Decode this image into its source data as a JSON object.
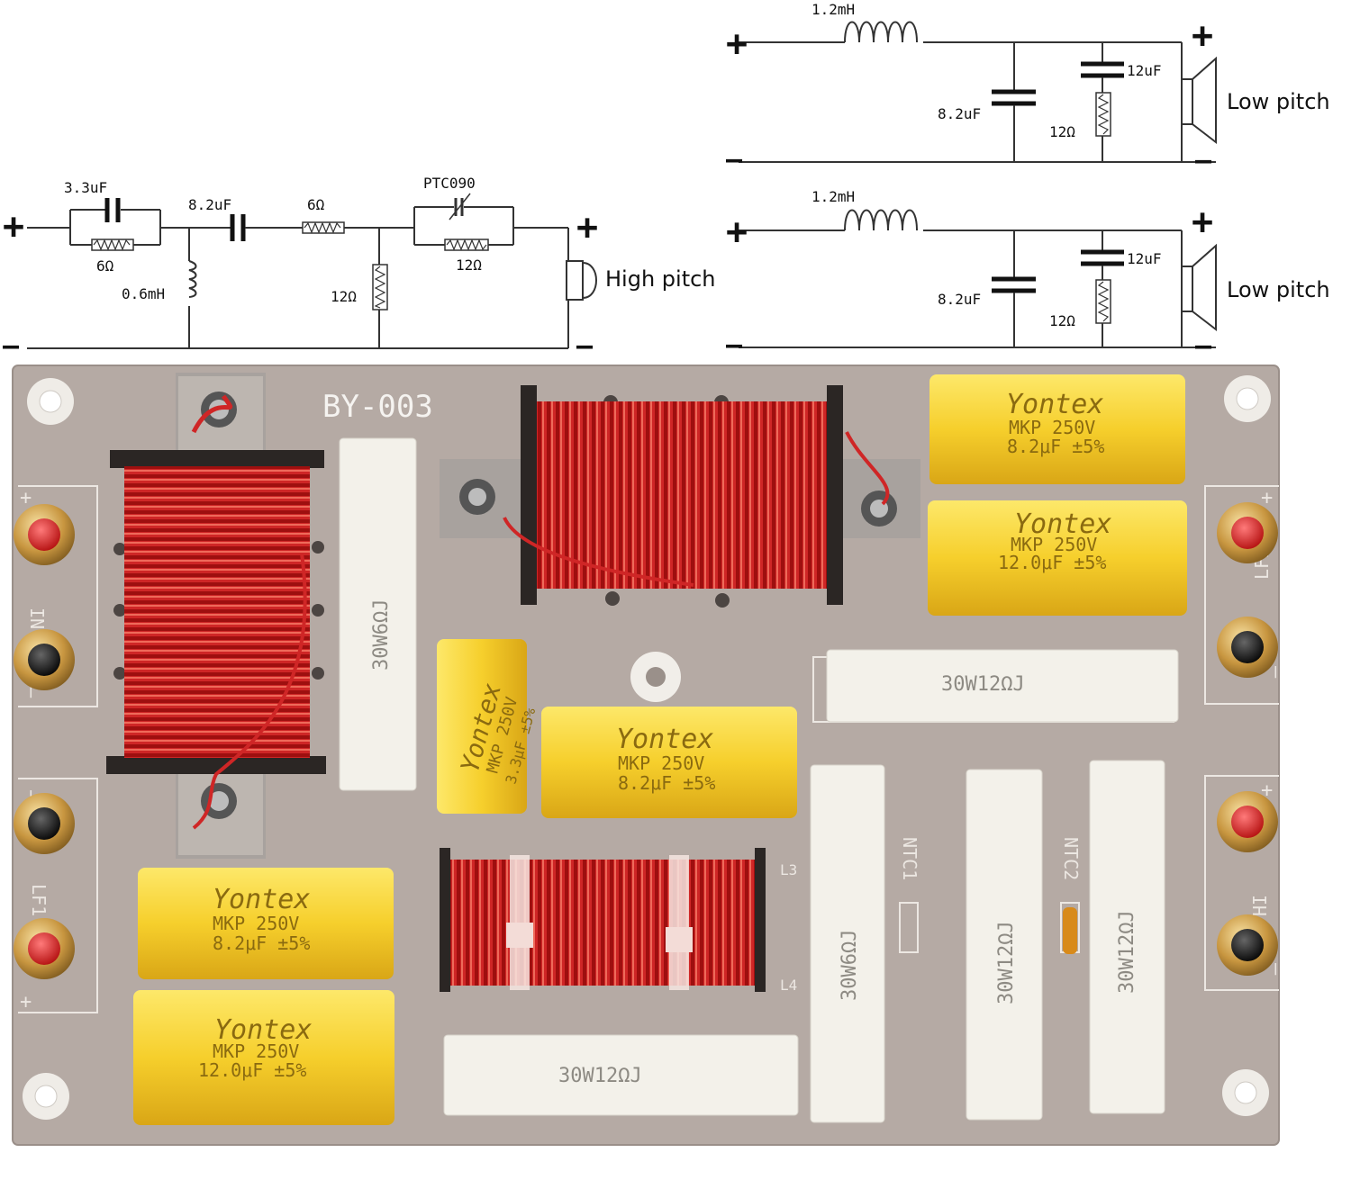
{
  "high_pitch": {
    "label": "High pitch",
    "plus": "+",
    "minus": "—",
    "cap_a": "3.3uF",
    "res_a": "6Ω",
    "cap_b": "8.2uF",
    "res_b": "6Ω",
    "inductor": "0.6mH",
    "shunt_res": "12Ω",
    "ptc": "PTC090",
    "ptc_res": "12Ω"
  },
  "low_pitch_1": {
    "label": "Low pitch",
    "plus": "+",
    "minus": "—",
    "inductor": "1.2mH",
    "cap_shunt": "8.2uF",
    "cap_small": "12uF",
    "res": "12Ω"
  },
  "low_pitch_2": {
    "label": "Low pitch",
    "plus": "+",
    "minus": "—",
    "inductor": "1.2mH",
    "cap_shunt": "8.2uF",
    "cap_small": "12uF",
    "res": "12Ω"
  },
  "board": {
    "model": "BY-003",
    "terminal_in": "IN",
    "terminal_lf1": "LF1",
    "terminal_lf2": "LF2",
    "terminal_hi": "HI",
    "ntc1": "NTC1",
    "ntc2": "NTC2",
    "coil_l3": "L3",
    "coil_l4": "L4",
    "plus_mark": "+",
    "minus_mark": "—"
  },
  "capacitors": {
    "brand": "Yontex",
    "rating": "MKP 250V",
    "c_82": "8.2μF ±5%",
    "c_120": "12.0μF ±5%",
    "c_33": "3.3μF ±5%"
  },
  "resistors": {
    "r6": "30W6ΩJ",
    "r12": "30W12ΩJ"
  },
  "colors": {
    "board": "#b5aaa4",
    "capacitor": "#f6cf2c",
    "coil": "#b51616",
    "resistor": "#f3f1ea",
    "terminal_red": "#d61a1a",
    "terminal_black": "#141414",
    "brass": "#d1a44c"
  }
}
